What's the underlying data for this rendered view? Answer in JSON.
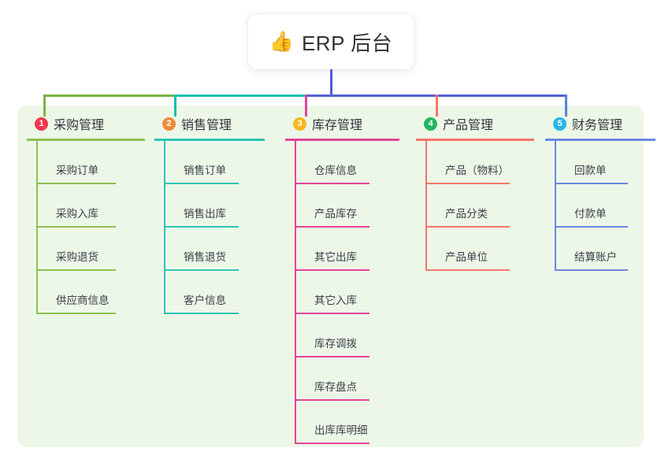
{
  "root": {
    "icon": "thumbs-up-icon",
    "emoji": "👍",
    "title": "ERP 后台"
  },
  "palette": {
    "panel_bg": "#edf7e8",
    "card_bg": "#ffffff",
    "trunk": "#4f5bd5",
    "bus_green": "#7cb342",
    "bus_teal": "#17bfb0",
    "bus_blue": "#5562d4",
    "text": "#32363b"
  },
  "columns": [
    {
      "index": "1",
      "title": "采购管理",
      "badge_color": "#f0384f",
      "line_color": "#8cc152",
      "drop_color": "#7cb342",
      "items": [
        "采购订单",
        "采购入库",
        "采购退货",
        "供应商信息"
      ]
    },
    {
      "index": "2",
      "title": "销售管理",
      "badge_color": "#f08a3c",
      "line_color": "#2ec4b6",
      "drop_color": "#17bfb0",
      "items": [
        "销售订单",
        "销售出库",
        "销售退货",
        "客户信息"
      ]
    },
    {
      "index": "3",
      "title": "库存管理",
      "badge_color": "#f9b621",
      "line_color": "#e2459a",
      "drop_color": "#e2459a",
      "items": [
        "仓库信息",
        "产品库存",
        "其它出库",
        "其它入库",
        "库存调拨",
        "库存盘点",
        "出库库明细"
      ]
    },
    {
      "index": "4",
      "title": "产品管理",
      "badge_color": "#22b660",
      "line_color": "#f4766b",
      "drop_color": "#f4766b",
      "items": [
        "产品（物料）",
        "产品分类",
        "产品单位"
      ]
    },
    {
      "index": "5",
      "title": "财务管理",
      "badge_color": "#29b6e8",
      "line_color": "#6b87e0",
      "drop_color": "#5e7ede",
      "items": [
        "回款单",
        "付款单",
        "结算账户"
      ]
    }
  ]
}
